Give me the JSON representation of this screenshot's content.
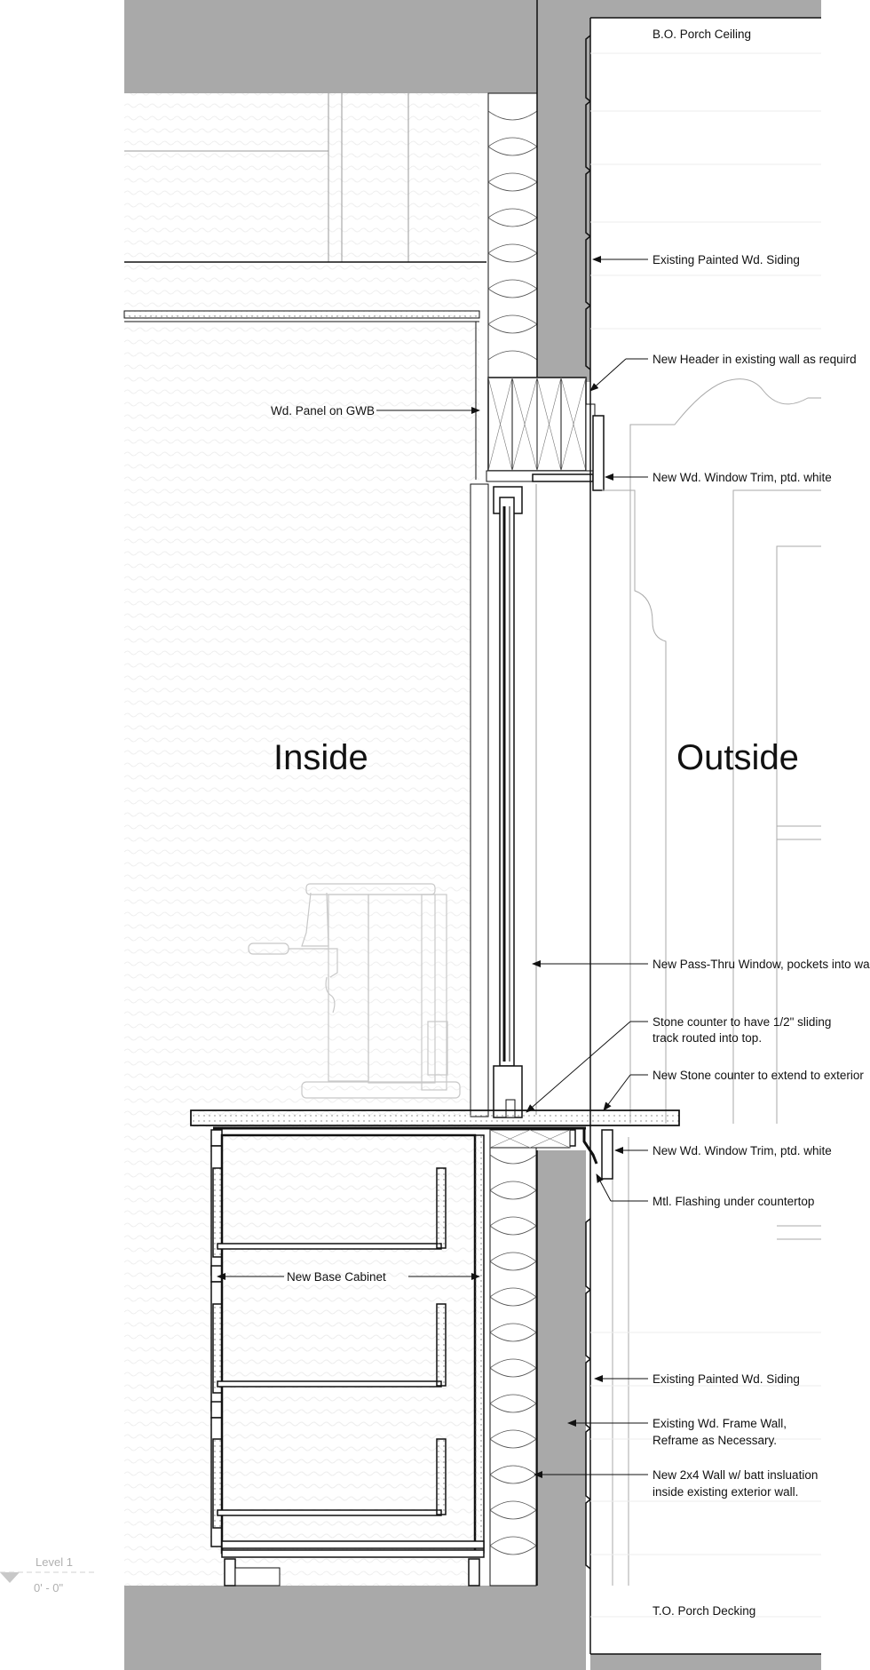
{
  "zones": {
    "inside": "Inside",
    "outside": "Outside"
  },
  "level": {
    "name": "Level 1",
    "elevation": "0' - 0\""
  },
  "notes": {
    "porch_ceiling": "B.O. Porch Ceiling",
    "siding_upper": "Existing Painted Wd. Siding",
    "header": "New Header in existing wall as requird",
    "panel": "Wd. Panel on GWB",
    "trim_upper": "New Wd. Window Trim, ptd. white",
    "pass_thru": "New Pass-Thru Window, pockets into wall",
    "stone_track_1": "Stone counter to have 1/2\" sliding",
    "stone_track_2": "track routed into top.",
    "stone_extend": "New Stone counter to extend to exterior",
    "trim_lower": "New Wd. Window Trim, ptd. white",
    "flashing": "Mtl. Flashing under countertop",
    "base_cabinet": "New Base Cabinet",
    "siding_lower": "Existing Painted Wd. Siding",
    "frame_wall_1": "Existing Wd. Frame Wall,",
    "frame_wall_2": "Reframe as Necessary.",
    "new_wall_1": "New 2x4 Wall w/ batt insluation",
    "new_wall_2": "inside existing exterior wall.",
    "porch_decking": "T.O. Porch Decking"
  },
  "colors": {
    "slab": "#a9a9a9",
    "line": "#111111",
    "faint": "#c8c8c8",
    "hatch": "#ececec"
  }
}
